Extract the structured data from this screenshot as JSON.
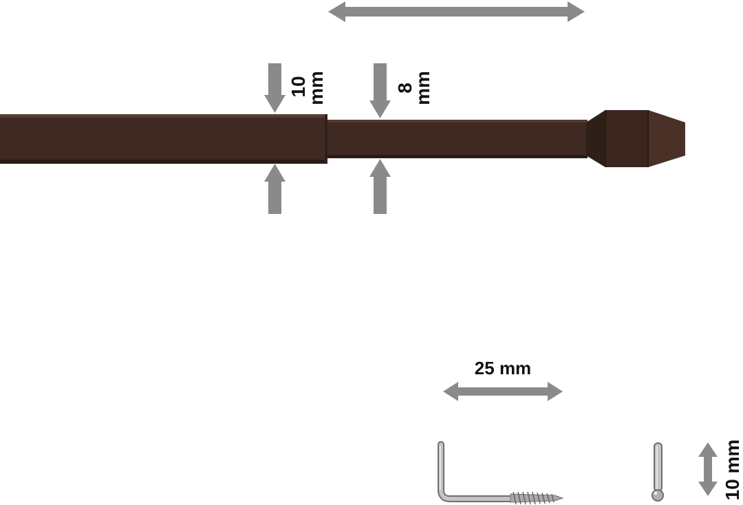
{
  "labels": {
    "thick_tube_diameter": [
      "10",
      "mm"
    ],
    "thin_tube_diameter": [
      "8",
      "mm"
    ],
    "hook_projection": "25 mm",
    "hook_height": "10 mm"
  },
  "colors": {
    "rod": "#3f2a23",
    "rod_highlight": "#5a3d32",
    "rod_shadow": "#2a1b16",
    "arrow": "#8a8a8a",
    "text": "#111111",
    "hook_metal": "#b8b8b8",
    "hook_edge": "#6e6e6e"
  }
}
